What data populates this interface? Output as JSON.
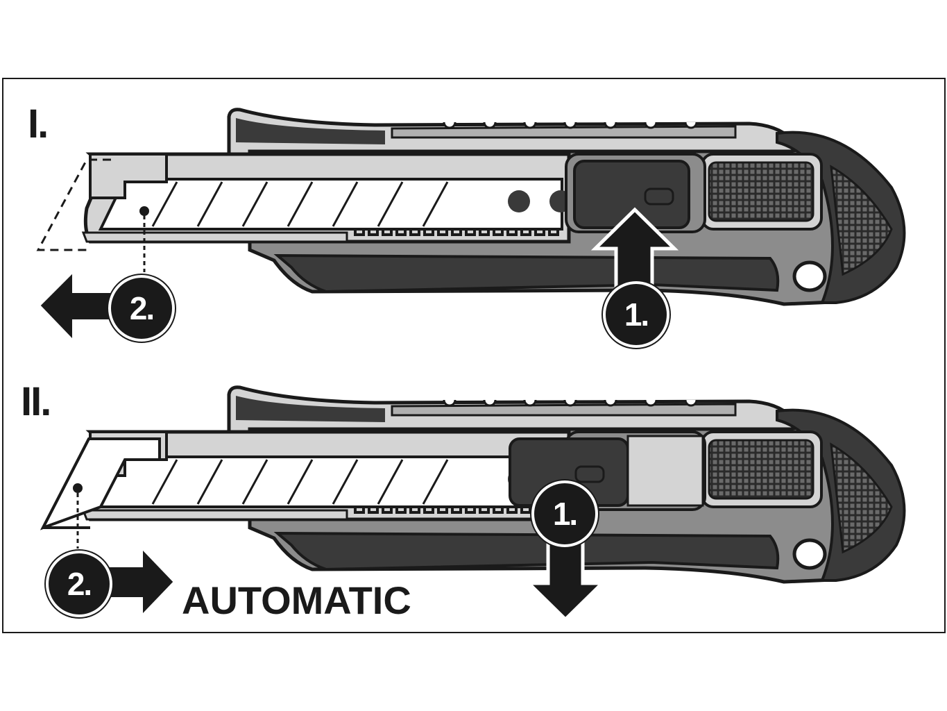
{
  "step_one": {
    "label": "I.",
    "action_badge": "1.",
    "result_badge": "2."
  },
  "step_two": {
    "label": "II.",
    "action_badge": "1.",
    "result_badge": "2.",
    "caption": "AUTOMATIC"
  },
  "colors": {
    "ink": "#1a1a1a",
    "dark_grey": "#3a3a3a",
    "mid_grey": "#8c8c8c",
    "light_grey": "#d4d4d4",
    "paper": "#ffffff"
  },
  "icons": [
    "utility-knife",
    "arrow-left-icon",
    "arrow-up-icon",
    "arrow-right-icon",
    "arrow-down-icon"
  ]
}
